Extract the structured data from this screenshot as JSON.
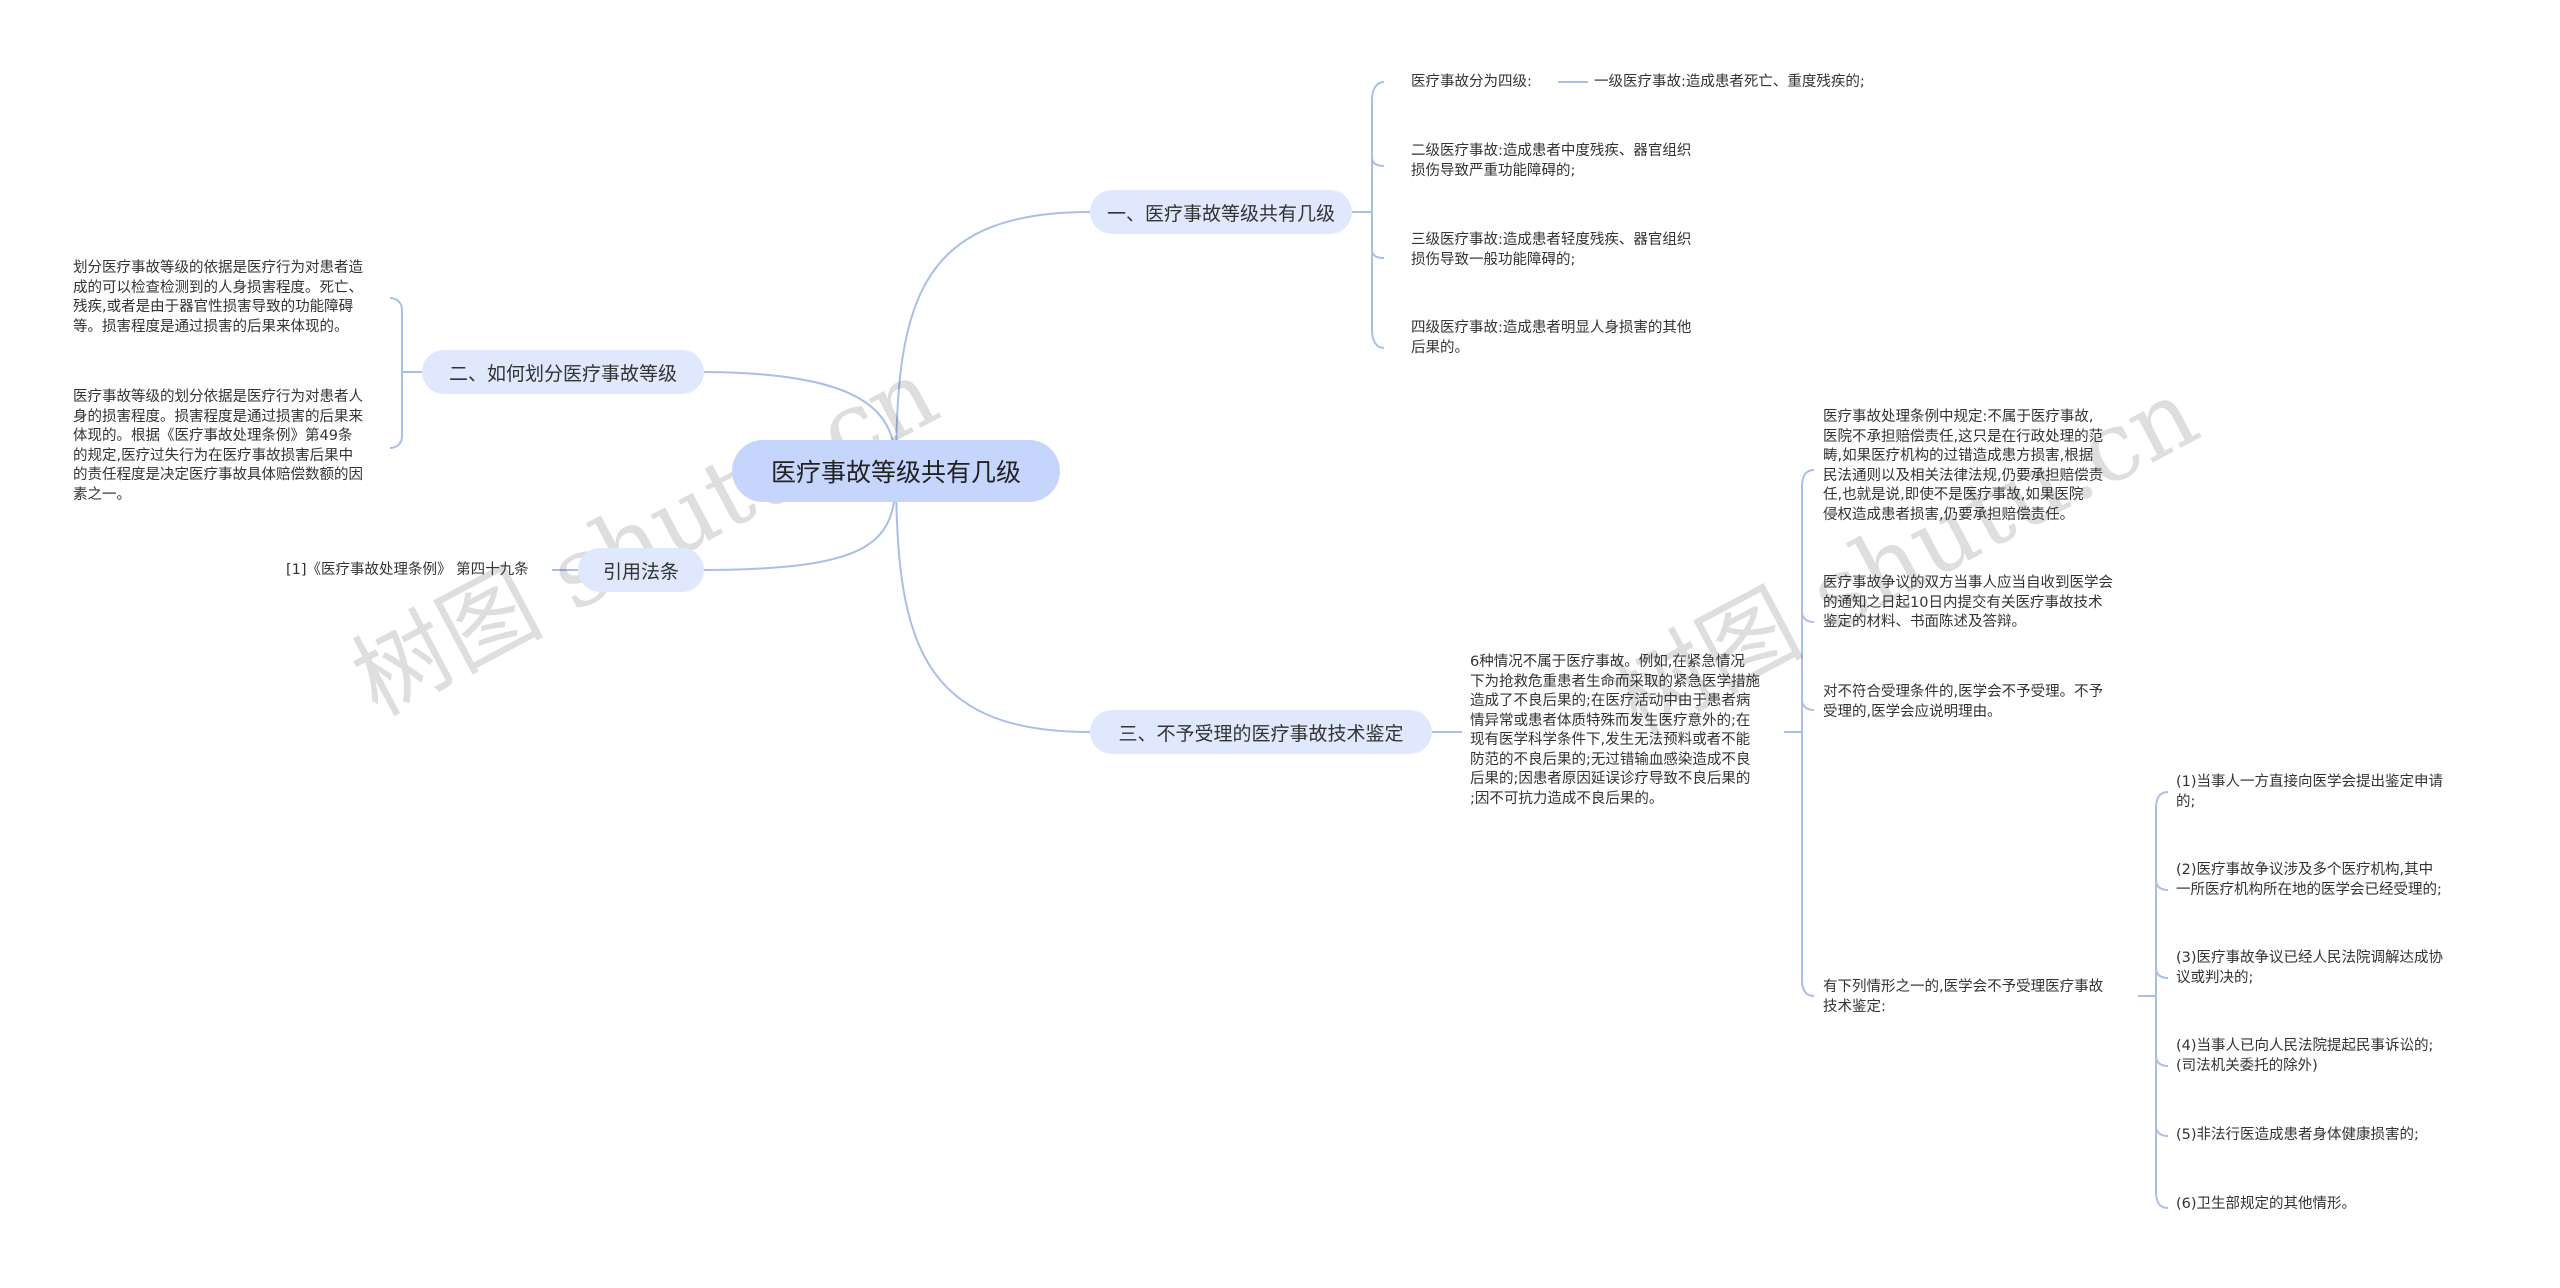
{
  "root": {
    "label": "医疗事故等级共有几级"
  },
  "watermarks": [
    "树图 shutu.cn",
    "树图 shutu.cn"
  ],
  "branch1": {
    "label": "一、医疗事故等级共有几级",
    "intro": "医疗事故分为四级:",
    "level1": "一级医疗事故:造成患者死亡、重度残疾的;",
    "level2": "二级医疗事故:造成患者中度残疾、器官组织\n损伤导致严重功能障碍的;",
    "level3": "三级医疗事故:造成患者轻度残疾、器官组织\n损伤导致一般功能障碍的;",
    "level4": "四级医疗事故:造成患者明显人身损害的其他\n后果的。"
  },
  "branch2": {
    "label": "二、如何划分医疗事故等级",
    "item1": "划分医疗事故等级的依据是医疗行为对患者造\n成的可以检查检测到的人身损害程度。死亡、\n残疾,或者是由于器官性损害导致的功能障碍\n等。损害程度是通过损害的后果来体现的。",
    "item2": "医疗事故等级的划分依据是医疗行为对患者人\n身的损害程度。损害程度是通过损害的后果来\n体现的。根据《医疗事故处理条例》第49条\n的规定,医疗过失行为在医疗事故损害后果中\n的责任程度是决定医疗事故具体赔偿数额的因\n素之一。"
  },
  "branch3": {
    "label": "引用法条",
    "item1": "[1]《医疗事故处理条例》 第四十九条"
  },
  "branch4": {
    "label": "三、不予受理的医疗事故技术鉴定",
    "main": "6种情况不属于医疗事故。例如,在紧急情况\n下为抢救危重患者生命而采取的紧急医学措施\n造成了不良后果的;在医疗活动中由于患者病\n情异常或患者体质特殊而发生医疗意外的;在\n现有医学科学条件下,发生无法预料或者不能\n防范的不良后果的;无过错输血感染造成不良\n后果的;因患者原因延误诊疗导致不良后果的\n;因不可抗力造成不良后果的。",
    "sub1": "医疗事故处理条例中规定:不属于医疗事故,\n医院不承担赔偿责任,这只是在行政处理的范\n畴,如果医疗机构的过错造成患方损害,根据\n民法通则以及相关法律法规,仍要承担赔偿责\n任,也就是说,即使不是医疗事故,如果医院\n侵权造成患者损害,仍要承担赔偿责任。",
    "sub2": "医疗事故争议的双方当事人应当自收到医学会\n的通知之日起10日内提交有关医疗事故技术\n鉴定的材料、书面陈述及答辩。",
    "sub3": "对不符合受理条件的,医学会不予受理。不予\n受理的,医学会应说明理由。",
    "sub4": "有下列情形之一的,医学会不予受理医疗事故\n技术鉴定:",
    "cases": [
      "(1)当事人一方直接向医学会提出鉴定申请\n的;",
      "(2)医疗事故争议涉及多个医疗机构,其中\n一所医疗机构所在地的医学会已经受理的;",
      "(3)医疗事故争议已经人民法院调解达成协\n议或判决的;",
      "(4)当事人已向人民法院提起民事诉讼的;\n(司法机关委托的除外)",
      "(5)非法行医造成患者身体健康损害的;",
      "(6)卫生部规定的其他情形。"
    ]
  },
  "colors": {
    "line": "#a9bfe6",
    "root_fill": "#c5d5fb",
    "topic_fill": "#dfe8fd"
  }
}
